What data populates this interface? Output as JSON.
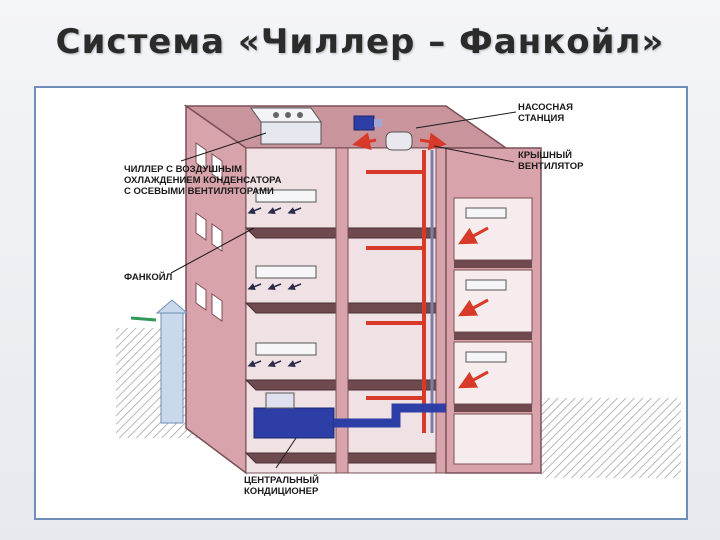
{
  "title": "Система «Чиллер – Фанкойл»",
  "labels": {
    "pump_station": [
      "НАСОСНАЯ",
      "СТАНЦИЯ"
    ],
    "roof_fan": [
      "КРЫШНЫЙ",
      "ВЕНТИЛЯТОР"
    ],
    "chiller": [
      "ЧИЛЛЕР С ВОЗДУШНЫМ",
      "ОХЛАЖДЕНИЕМ КОНДЕНСАТОРА",
      "С ОСЕВЫМИ ВЕНТИЛЯТОРАМИ"
    ],
    "fancoil": [
      "ФАНКОЙЛ"
    ],
    "central_ac": [
      "ЦЕНТРАЛЬНЫЙ",
      "КОНДИЦИОНЕР"
    ]
  },
  "colors": {
    "wall": "#d9a3ab",
    "wall_dark": "#b37a84",
    "floor": "#6e4a4f",
    "supply_pipe": "#d83a2a",
    "duct": "#2d3fa6",
    "ground": "#b7b7b7"
  }
}
